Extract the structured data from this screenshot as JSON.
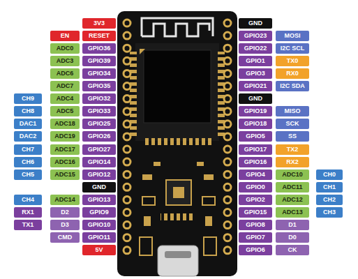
{
  "diagram": {
    "nodes": [
      {
        "text": [
          "3V3"
        ]
      },
      {
        "text": [
          "EN"
        ]
      },
      {
        "text": [
          "RESET"
        ]
      },
      {
        "text": [
          "ADC0"
        ]
      },
      {
        "text": [
          "GPIO36"
        ]
      },
      {
        "text": [
          "ADC3"
        ]
      },
      {
        "text": [
          "GPIO39"
        ]
      },
      {
        "text": [
          "ADC6"
        ]
      },
      {
        "text": [
          "GPIO34"
        ]
      },
      {
        "text": [
          "ADC7"
        ]
      },
      {
        "text": [
          "GPIO35"
        ]
      },
      {
        "text": [
          "CH9"
        ]
      },
      {
        "text": [
          "ADC4"
        ]
      },
      {
        "text": [
          "GPIO32"
        ]
      },
      {
        "text": [
          "CH8"
        ]
      },
      {
        "text": [
          "ADC5"
        ]
      },
      {
        "text": [
          "GPIO33"
        ]
      },
      {
        "text": [
          "DAC1"
        ]
      },
      {
        "text": [
          "ADC18"
        ]
      },
      {
        "text": [
          "GPIO25"
        ]
      },
      {
        "text": [
          "DAC2"
        ]
      },
      {
        "text": [
          "ADC19"
        ]
      },
      {
        "text": [
          "GPIO26"
        ]
      },
      {
        "text": [
          "CH7"
        ]
      },
      {
        "text": [
          "ADC17"
        ]
      },
      {
        "text": [
          "GPIO27"
        ]
      },
      {
        "text": [
          "CH6"
        ]
      },
      {
        "text": [
          "ADC16"
        ]
      },
      {
        "text": [
          "GPIO14"
        ]
      },
      {
        "text": [
          "CH5"
        ]
      },
      {
        "text": [
          "ADC15"
        ]
      },
      {
        "text": [
          "GPIO12"
        ]
      },
      {
        "text": [
          "GND"
        ]
      },
      {
        "text": [
          "CH4"
        ]
      },
      {
        "text": [
          "ADC14"
        ]
      },
      {
        "text": [
          "GPIO13"
        ]
      },
      {
        "text": [
          "RX1"
        ]
      },
      {
        "text": [
          "D2"
        ]
      },
      {
        "text": [
          "GPIO9"
        ]
      },
      {
        "text": [
          "TX1"
        ]
      },
      {
        "text": [
          "D3"
        ]
      },
      {
        "text": [
          "GPIO10"
        ]
      },
      {
        "text": [
          "CMD"
        ]
      },
      {
        "text": [
          "GPIO11"
        ]
      },
      {
        "text": [
          "5V"
        ]
      },
      {
        "text": [
          "GND"
        ]
      },
      {
        "text": [
          "GPIO23"
        ]
      },
      {
        "text": [
          "MOSI"
        ]
      },
      {
        "text": [
          "GPIO22"
        ]
      },
      {
        "text": [
          "I2C SCL"
        ]
      },
      {
        "text": [
          "GPIO1"
        ]
      },
      {
        "text": [
          "TX0"
        ]
      },
      {
        "text": [
          "GPIO3"
        ]
      },
      {
        "text": [
          "RX0"
        ]
      },
      {
        "text": [
          "GPIO21"
        ]
      },
      {
        "text": [
          "I2C SDA"
        ]
      },
      {
        "text": [
          "GND"
        ]
      },
      {
        "text": [
          "GPIO19"
        ]
      },
      {
        "text": [
          "MISO"
        ]
      },
      {
        "text": [
          "GPIO18"
        ]
      },
      {
        "text": [
          "SCK"
        ]
      },
      {
        "text": [
          "GPIO5"
        ]
      },
      {
        "text": [
          "SS"
        ]
      },
      {
        "text": [
          "GPIO17"
        ]
      },
      {
        "text": [
          "TX2"
        ]
      },
      {
        "text": [
          "GPIO16"
        ]
      },
      {
        "text": [
          "RX2"
        ]
      },
      {
        "text": [
          "GPIO4"
        ]
      },
      {
        "text": [
          "ADC10"
        ]
      },
      {
        "text": [
          "CH0"
        ]
      },
      {
        "text": [
          "GPIO0"
        ]
      },
      {
        "text": [
          "ADC11"
        ]
      },
      {
        "text": [
          "CH1"
        ]
      },
      {
        "text": [
          "GPIO2"
        ]
      },
      {
        "text": [
          "ADC12"
        ]
      },
      {
        "text": [
          "CH2"
        ]
      },
      {
        "text": [
          "GPIO15"
        ]
      },
      {
        "text": [
          "ADC13"
        ]
      },
      {
        "text": [
          "CH3"
        ]
      },
      {
        "text": [
          "GPIO8"
        ]
      },
      {
        "text": [
          "D1"
        ]
      },
      {
        "text": [
          "GPIO7"
        ]
      },
      {
        "text": [
          "D0"
        ]
      },
      {
        "text": [
          "GPIO6"
        ]
      },
      {
        "text": [
          "CK"
        ]
      }
    ]
  }
}
